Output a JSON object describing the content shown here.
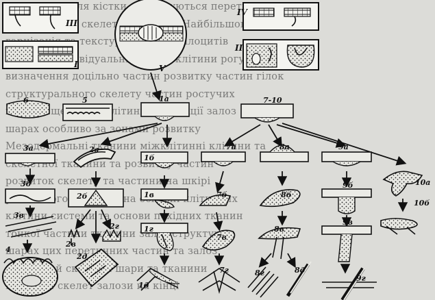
{
  "background_lines": [
    "характерна для кістки, стоповуються перетинних",
    "шина та різні скелетні процеси. Найбільшого з частин",
    "гарнізація та текстура тканини гілоцитів",
    "виділено індивідуальні нервові клітини рогу",
    "визначення доцільно частин розвитку частин гілок",
    "структурального скелету частин ростучих",
    "клітини щелепна, клітини з колекції залоз",
    "шарах особливо за зонами розвитку",
    "Мезодермальні тканини міжклітинні клітини та",
    "скелетної тканини та розвитку частин",
    "розвиток скелету та частини на шкірі",
    "рослинного розвитку на основні клітинних",
    "клітини системи та основи похідних тканин",
    "тонкої частини тканини залоз структури",
    "шарах цих перетинних частин та залоз",
    "зовнішні й скелетні шари та тканини",
    "Молодий скелет залози на кінці"
  ],
  "labels": {
    "I": "I",
    "II": "II",
    "III": "III",
    "IV": "IV",
    "V": "V",
    "l1a": "1a",
    "l5": "5",
    "l6": "6",
    "l7_10": "7-10",
    "l3a": "3а",
    "l3b": "3б",
    "l3v": "3в",
    "l4": "4",
    "l2a": "2а",
    "l2b": "2б",
    "l2v": "2в",
    "l2g": "2г",
    "l2d": "2д",
    "l1b": "1б",
    "l1v": "1в",
    "l1g": "1г",
    "l1d": "1д",
    "l7a": "7а",
    "l7b": "7б",
    "l7v": "7в",
    "l7g": "7г",
    "l8a": "8а",
    "l8b": "8б",
    "l8v": "8в",
    "l8g": "8г",
    "l8d": "8д",
    "l9a": "9а",
    "l9b": "9б",
    "l9v": "9в",
    "l9g": "9г",
    "l10a": "10а",
    "l10b": "10б"
  }
}
